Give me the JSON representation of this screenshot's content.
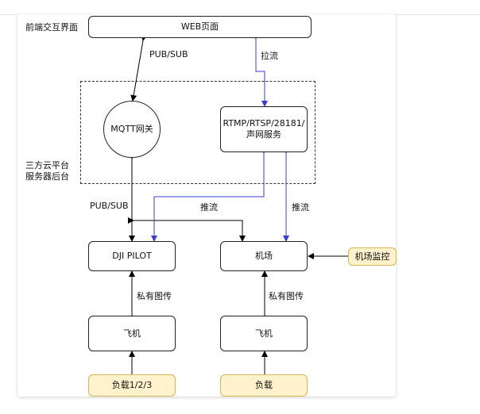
{
  "labels": {
    "frontend": "前端交互界面",
    "cloud_line1": "三方云平台",
    "cloud_line2": "服务器后台"
  },
  "nodes": {
    "web": "WEB页面",
    "mqtt": "MQTT网关",
    "rtmp_line1": "RTMP/RTSP/28181/",
    "rtmp_line2": "声网服务",
    "dji": "DJI PILOT",
    "dock": "机场",
    "dock_monitor": "机场监控",
    "plane_left": "飞机",
    "plane_right": "飞机",
    "payload_left": "负载1/2/3",
    "payload_right": "负载"
  },
  "edge_labels": {
    "pubsub_top": "PUB/SUB",
    "pull_stream": "拉流",
    "pubsub_bottom": "PUB/SUB",
    "push_left": "推流",
    "push_right": "推流",
    "private_left": "私有图传",
    "private_right": "私有图传"
  },
  "colors": {
    "stream_line": "#3b3bdc",
    "line": "#000000",
    "payload_fill": "#fff2cc",
    "payload_border": "#d6b656"
  }
}
